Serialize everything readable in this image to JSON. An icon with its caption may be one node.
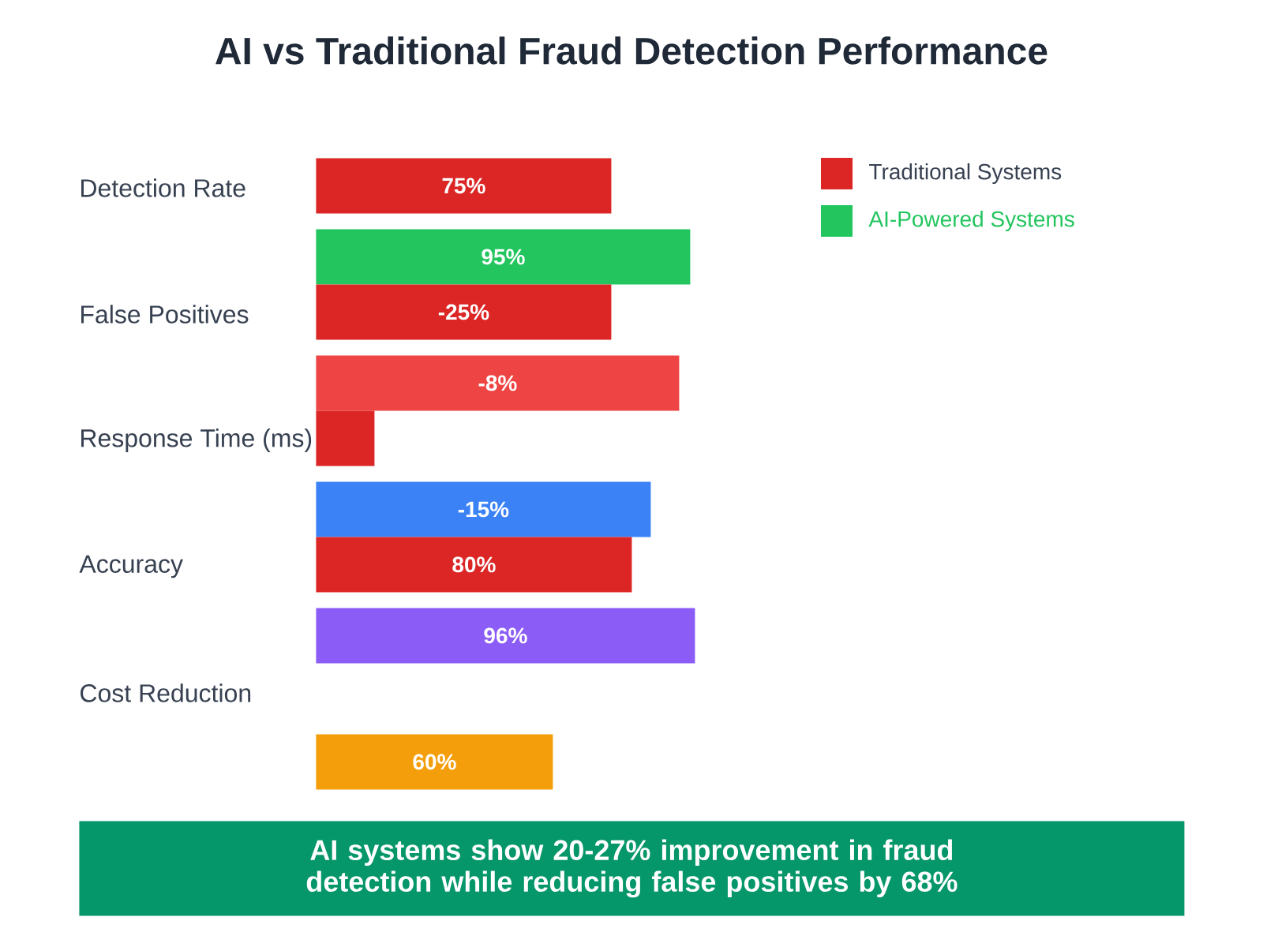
{
  "diagram": {
    "title": "AI vs Traditional Fraud Detection Performance",
    "nodes": [
      {
        "text": [
          "75%"
        ]
      },
      {
        "text": [
          "95%"
        ]
      },
      {
        "text": [
          "-25%"
        ]
      },
      {
        "text": [
          "-8%"
        ]
      },
      {
        "text": [],
        "shape": "bar"
      },
      {
        "text": [
          "-15%"
        ]
      },
      {
        "text": [
          "80%"
        ]
      },
      {
        "text": [
          "96%"
        ]
      },
      {
        "text": [
          "60%"
        ]
      },
      {
        "text": [
          "AI systems show 20-27% improvement in fraud detection while reducing false positives by 68%"
        ]
      }
    ],
    "labels": [
      "Detection Rate",
      "False Positives",
      "Response Time (ms)",
      "Accuracy",
      "Cost Reduction"
    ],
    "legend": [
      {
        "text": "Traditional Systems",
        "color": "#dc2626"
      },
      {
        "text": "AI-Powered Systems",
        "color": "#22c55e"
      }
    ]
  }
}
